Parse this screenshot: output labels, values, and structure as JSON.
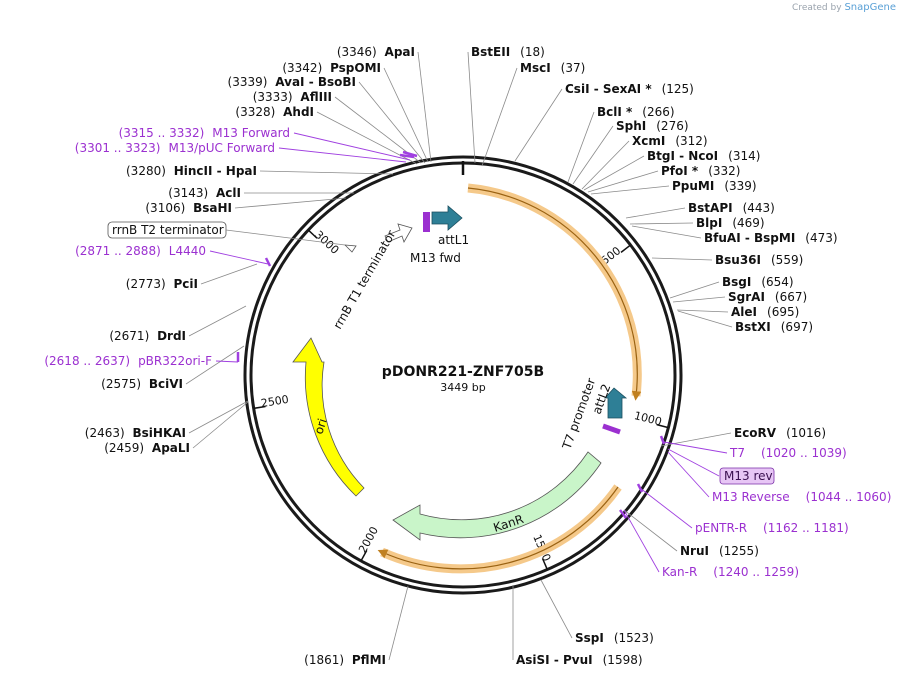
{
  "credit": {
    "prefix": "Created by",
    "brand": "SnapGene"
  },
  "plasmid": {
    "name": "pDONR221-ZNF705B",
    "size": "3449 bp"
  },
  "ticks": [
    "500",
    "1000",
    "1500",
    "2000",
    "2500",
    "3000"
  ],
  "enzymes_right": [
    {
      "name": "BstEII",
      "pos": "(18)"
    },
    {
      "name": "MscI",
      "pos": "(37)"
    },
    {
      "name": "CsiI  -  SexAI *",
      "pos": "(125)"
    },
    {
      "name": "BclI *",
      "pos": "(266)"
    },
    {
      "name": "SphI",
      "pos": "(276)"
    },
    {
      "name": "XcmI",
      "pos": "(312)"
    },
    {
      "name": "BtgI  -  NcoI",
      "pos": "(314)"
    },
    {
      "name": "PfoI *",
      "pos": "(332)"
    },
    {
      "name": "PpuMI",
      "pos": "(339)"
    },
    {
      "name": "BstAPI",
      "pos": "(443)"
    },
    {
      "name": "BlpI",
      "pos": "(469)"
    },
    {
      "name": "BfuAI  -  BspMI",
      "pos": "(473)"
    },
    {
      "name": "Bsu36I",
      "pos": "(559)"
    },
    {
      "name": "BsgI",
      "pos": "(654)"
    },
    {
      "name": "SgrAI",
      "pos": "(667)"
    },
    {
      "name": "AleI",
      "pos": "(695)"
    },
    {
      "name": "BstXI",
      "pos": "(697)"
    },
    {
      "name": "EcoRV",
      "pos": "(1016)"
    },
    {
      "name": "NruI",
      "pos": "(1255)"
    },
    {
      "name": "SspI",
      "pos": "(1523)"
    },
    {
      "name": "AsiSI  -  PvuI",
      "pos": "(1598)"
    }
  ],
  "enzymes_left": [
    {
      "name": "ApaI",
      "pos": "(3346)"
    },
    {
      "name": "PspOMI",
      "pos": "(3342)"
    },
    {
      "name": "AvaI  -  BsoBI",
      "pos": "(3339)"
    },
    {
      "name": "AflIII",
      "pos": "(3333)"
    },
    {
      "name": "AhdI",
      "pos": "(3328)"
    },
    {
      "name": "HincII  -  HpaI",
      "pos": "(3280)"
    },
    {
      "name": "AclI",
      "pos": "(3143)"
    },
    {
      "name": "BsaHI",
      "pos": "(3106)"
    },
    {
      "name": "PciI",
      "pos": "(2773)"
    },
    {
      "name": "DrdI",
      "pos": "(2671)"
    },
    {
      "name": "BciVI",
      "pos": "(2575)"
    },
    {
      "name": "BsiHKAI",
      "pos": "(2463)"
    },
    {
      "name": "ApaLI",
      "pos": "(2459)"
    },
    {
      "name": "PflMI",
      "pos": "(1861)"
    }
  ],
  "primers": [
    {
      "range": "(3315 .. 3332)",
      "name": "M13 Forward"
    },
    {
      "range": "(3301 .. 3323)",
      "name": "M13/pUC Forward"
    },
    {
      "range": "(2871 .. 2888)",
      "name": "L4440"
    },
    {
      "range": "(2618 .. 2637)",
      "name": "pBR322ori-F"
    },
    {
      "name": "T7",
      "range": "(1020 .. 1039)"
    },
    {
      "name": "M13 rev"
    },
    {
      "name": "M13 Reverse",
      "range": "(1044 .. 1060)"
    },
    {
      "name": "pENTR-R",
      "range": "(1162 .. 1181)"
    },
    {
      "name": "Kan-R",
      "range": "(1240 .. 1259)"
    }
  ],
  "features": [
    {
      "name": "rrnB T2 terminator"
    },
    {
      "name": "attL1"
    },
    {
      "name": "M13 fwd"
    },
    {
      "name": "rrnB T1 terminator"
    },
    {
      "name": "T7 promoter"
    },
    {
      "name": "attL2"
    },
    {
      "name": "ori"
    },
    {
      "name": "KanR"
    }
  ],
  "colors": {
    "backbone": "#1a1a1a",
    "primer": "#9b30d0",
    "insert_highlight": "#f5c98a",
    "ori": "#ffff00",
    "kanr": "#c9f5c9",
    "att": "#2e7f96"
  }
}
